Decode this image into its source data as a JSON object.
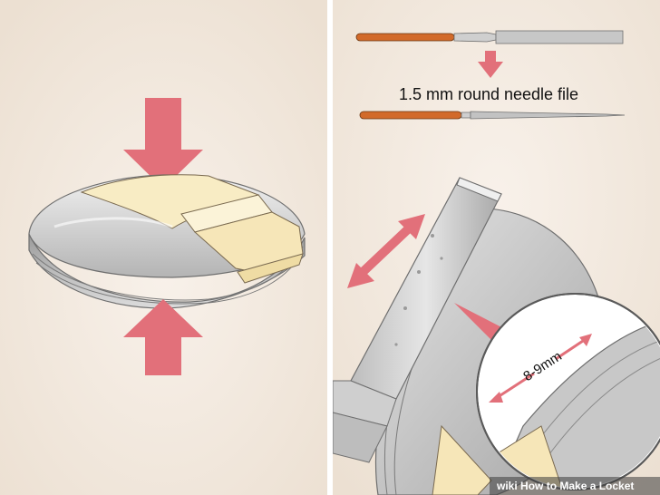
{
  "file_label": "1.5 mm round needle file",
  "measure_label": "8-9mm",
  "watermark": {
    "prefix": "wiki",
    "title": "How to Make a Locket"
  },
  "colors": {
    "background": "#f4ece3",
    "arrow": "#e2707a",
    "tape": "#f8ecc4",
    "metal_light": "#d4d4d4",
    "metal_dark": "#8f8f8f",
    "handle": "#d26a2a"
  }
}
